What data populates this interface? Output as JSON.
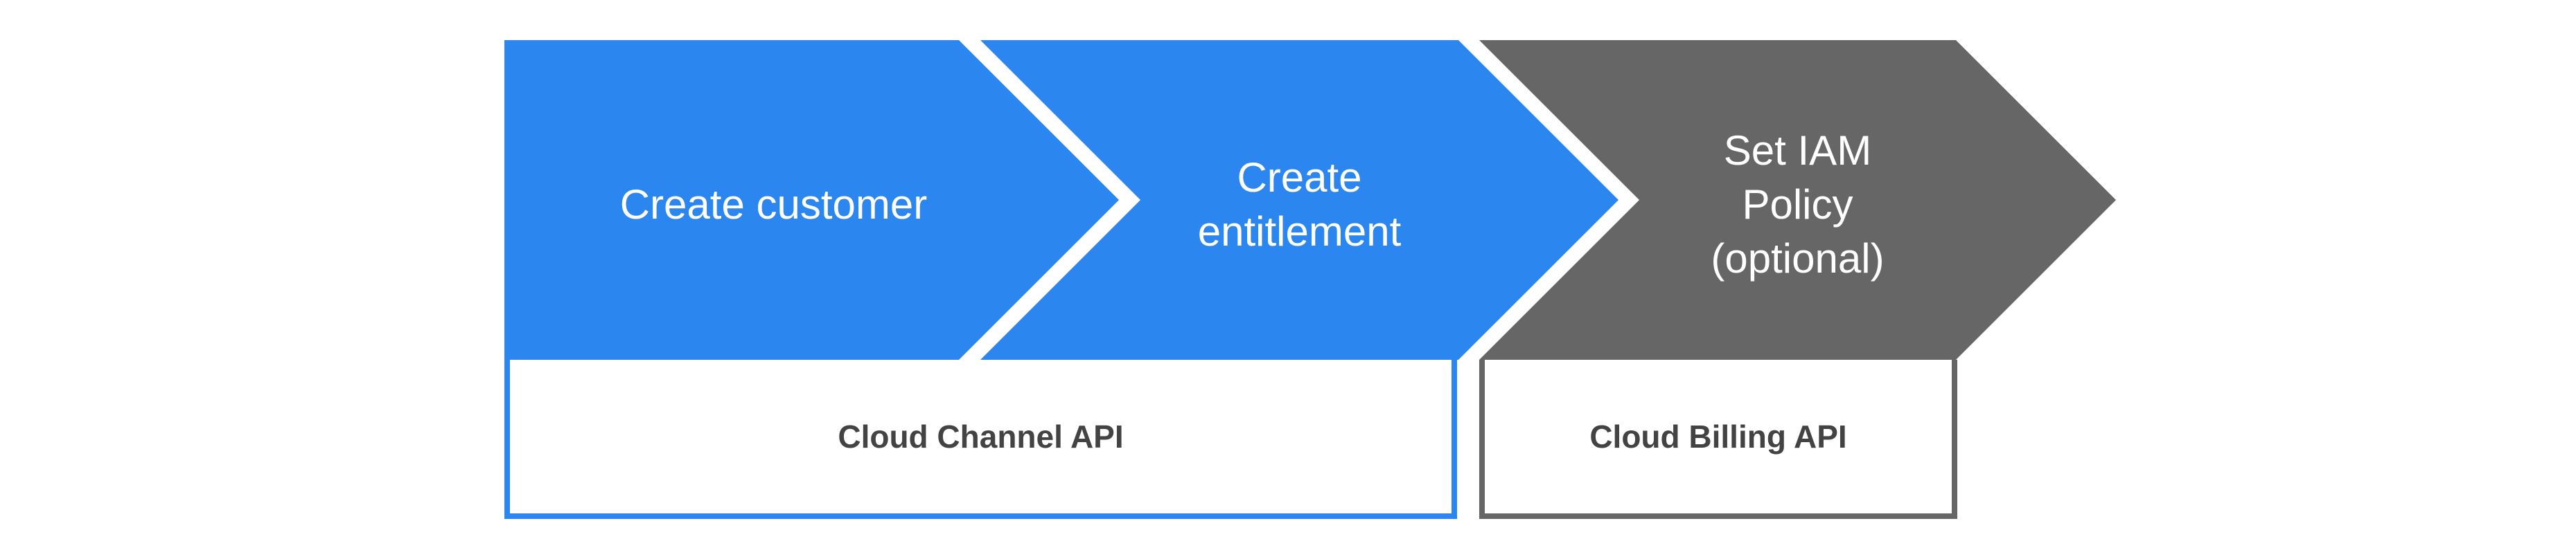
{
  "figure": {
    "description": "Process flow diagram: three chevron arrows with two API scope boxes underneath",
    "background": "#ffffff",
    "steps": [
      {
        "label": "Create customer",
        "lines": [
          "Create customer"
        ],
        "fill": "#2c86f0",
        "text_color": "#ffffff"
      },
      {
        "label": "Create entitlement",
        "lines": [
          "Create",
          "entitlement"
        ],
        "fill": "#2c86f0",
        "text_color": "#ffffff"
      },
      {
        "label": "Set IAM Policy (optional)",
        "lines": [
          "Set IAM",
          "Policy",
          "(optional)"
        ],
        "fill": "#666666",
        "text_color": "#ffffff"
      }
    ],
    "api_boxes": [
      {
        "label": "Cloud Channel API",
        "border_color": "#2c86f0",
        "label_color": "#434343"
      },
      {
        "label": "Cloud Billing API",
        "border_color": "#666666",
        "label_color": "#434343"
      }
    ]
  }
}
